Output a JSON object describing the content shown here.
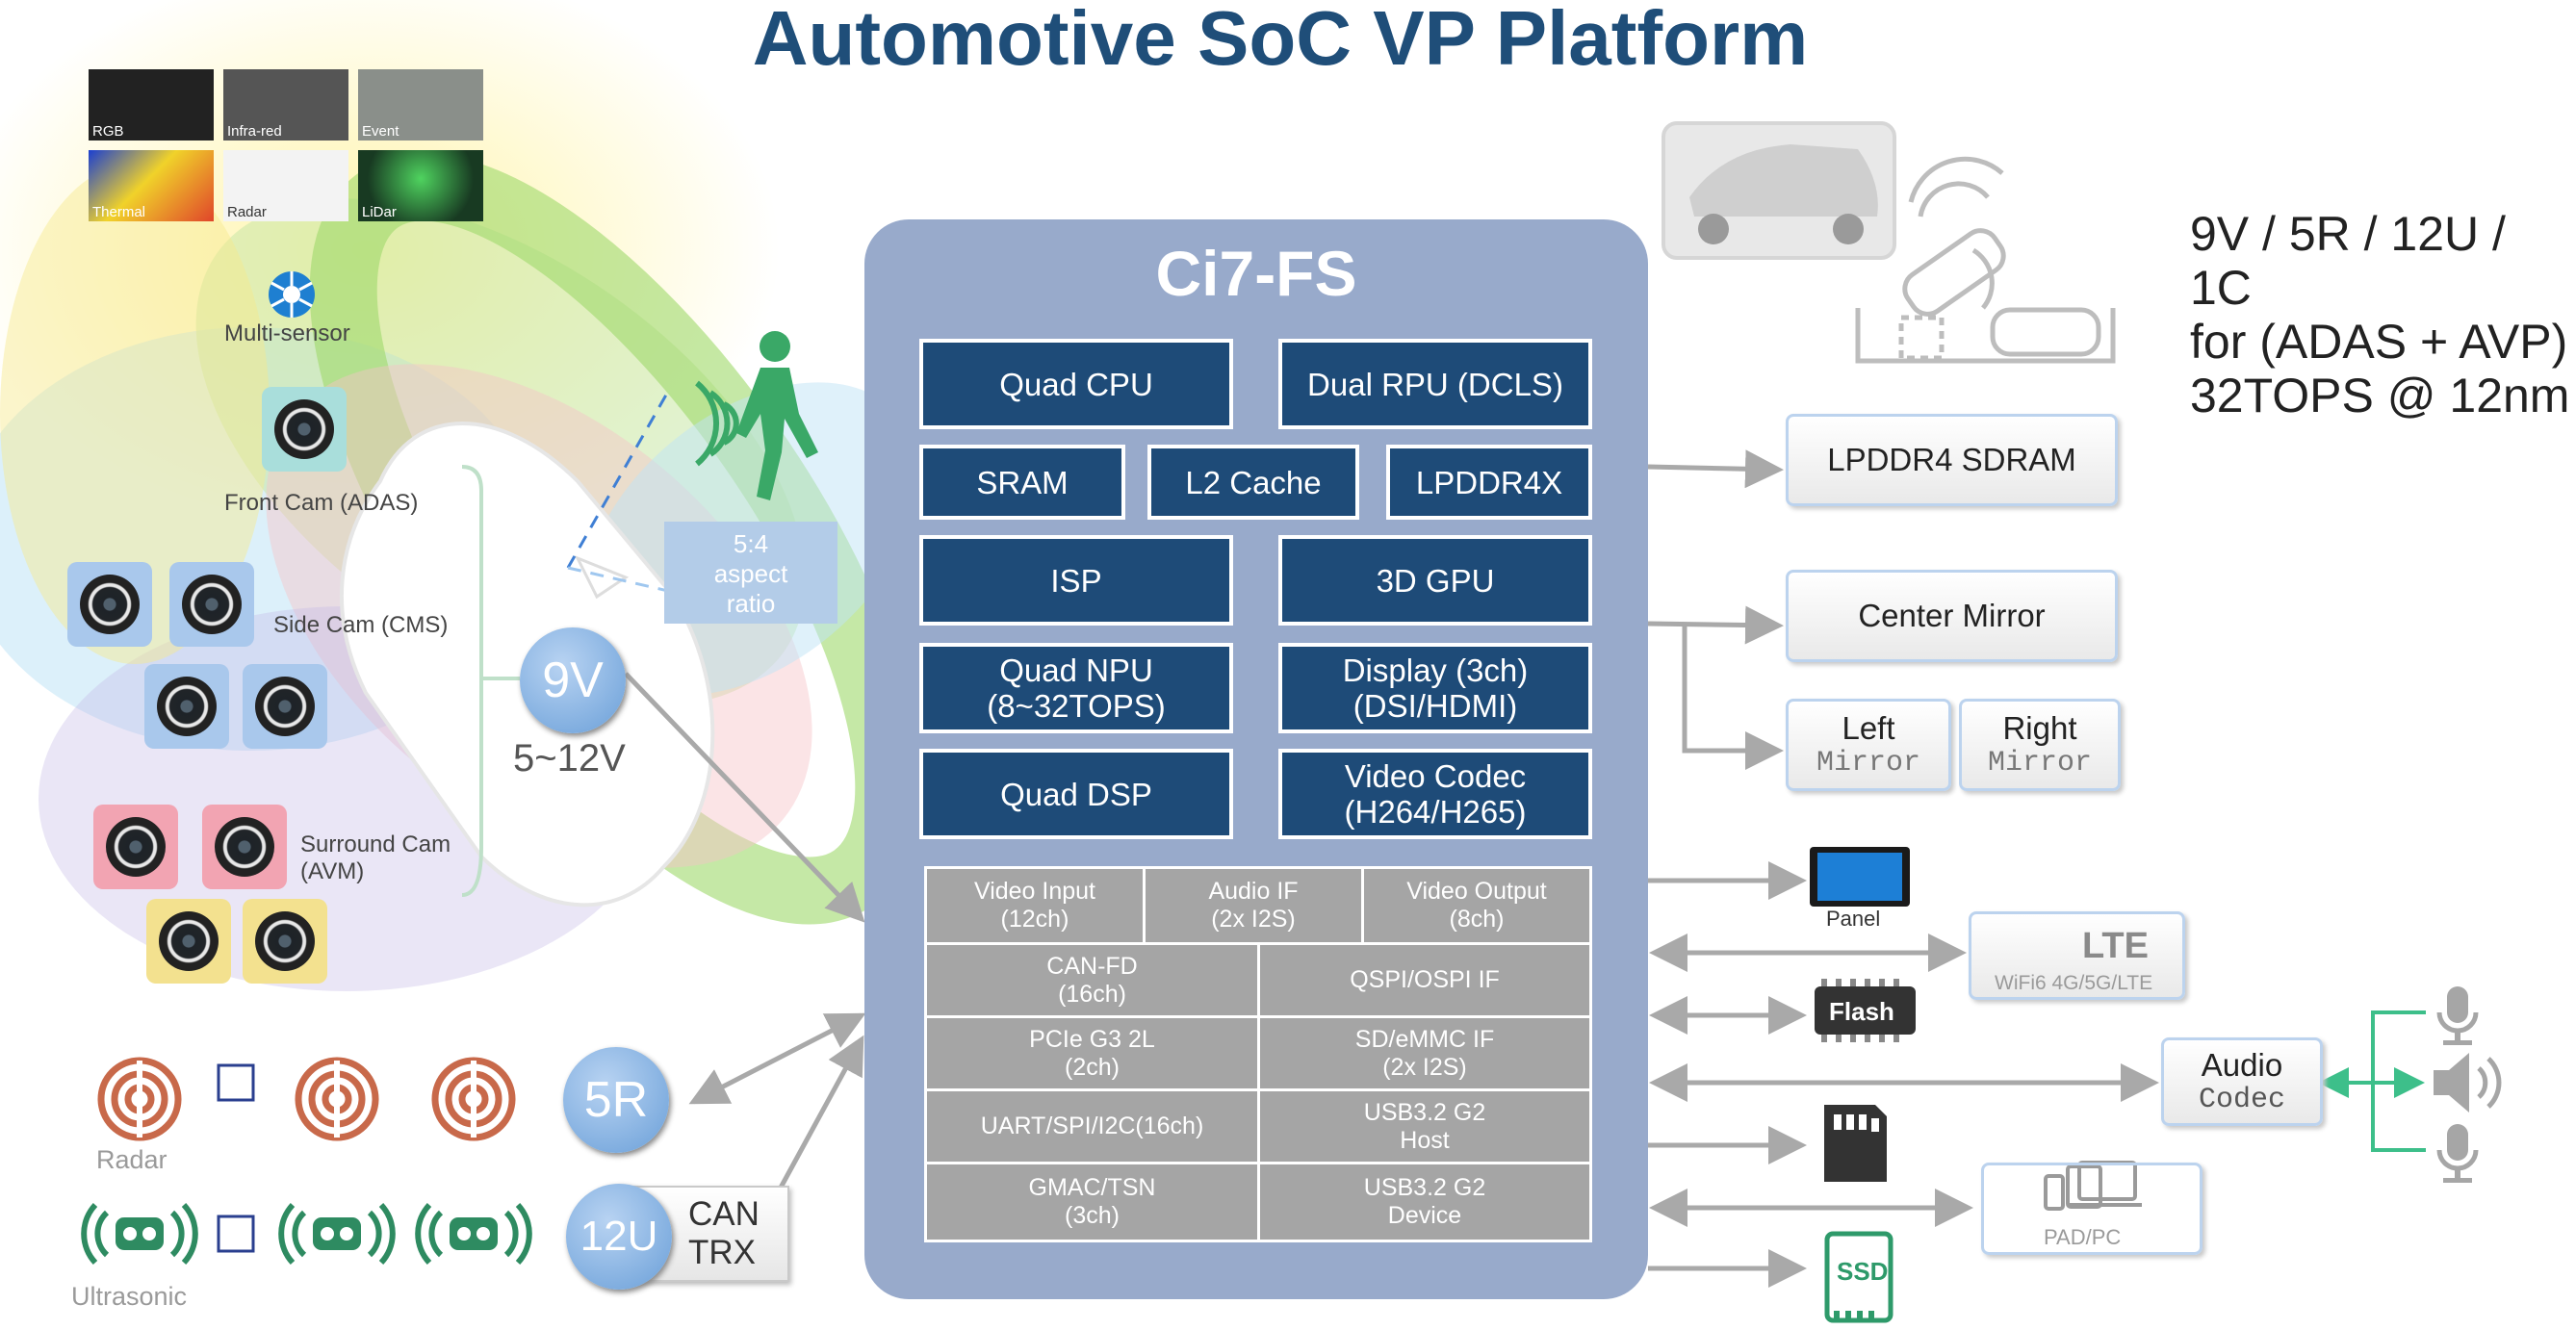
{
  "title": "Automotive SoC VP Platform",
  "spec_lines": [
    "9V / 5R / 12U / 1C",
    "for (ADAS + AVP)",
    "32TOPS @ 12nm"
  ],
  "sensors": {
    "thumbnails": [
      "RGB",
      "Infra-red",
      "Event",
      "Thermal",
      "Radar",
      "LiDar"
    ],
    "multi_sensor_label": "Multi-sensor",
    "front_cam_label": "Front Cam (ADAS)",
    "side_cam_label": "Side Cam (CMS)",
    "surround_cam_label": "Surround Cam\n(AVM)",
    "radar_label": "Radar",
    "ultrasonic_label": "Ultrasonic",
    "aspect_label": "5:4\naspect\nratio"
  },
  "bubbles": {
    "v": "9V",
    "v_range": "5~12V",
    "r": "5R",
    "u": "12U",
    "can_trx": "CAN\nTRX"
  },
  "chip": {
    "name": "Ci7-FS",
    "blocks": [
      "Quad CPU",
      "Dual RPU (DCLS)",
      "SRAM",
      "L2 Cache",
      "LPDDR4X",
      "ISP",
      "3D GPU",
      "Quad NPU\n(8~32TOPS)",
      "Display (3ch)\n(DSI/HDMI)",
      "Quad DSP",
      "Video Codec\n(H264/H265)"
    ],
    "peripherals": [
      "Video Input\n(12ch)",
      "Audio IF\n(2x I2S)",
      "Video Output\n(8ch)",
      "CAN-FD\n(16ch)",
      "QSPI/OSPI IF",
      "PCIe G3 2L\n(2ch)",
      "SD/eMMC  IF\n(2x I2S)",
      "UART/SPI/I2C(16ch)",
      "USB3.2 G2\nHost",
      "GMAC/TSN\n(3ch)",
      "USB3.2 G2\nDevice"
    ]
  },
  "external": {
    "lpddr4": "LPDDR4 SDRAM",
    "center_mirror": "Center Mirror",
    "left_mirror": [
      "Left",
      "Mirror"
    ],
    "right_mirror": [
      "Right",
      "Mirror"
    ],
    "panel": "Panel",
    "lte": "LTE",
    "lte_sub": "WiFi6 4G/5G/LTE",
    "flash": "Flash",
    "audio_codec": [
      "Audio",
      "Codec"
    ],
    "pad_pc": "PAD/PC",
    "ssd": "SSD"
  },
  "colors": {
    "title": "#1f4e79",
    "chip_bg": "#98aacb",
    "block": "#1e4b78",
    "peripheral": "#a5a5a5",
    "bubble": "#6a9fd8",
    "pedestrian": "#3aa867",
    "audio_lines": "#3dbf8a",
    "radar": "#c8694a",
    "ultrasonic": "#2e8b61"
  },
  "icons": [
    "camera-icon",
    "aperture-icon",
    "pedestrian-icon",
    "wifi-icon",
    "microphone-icon",
    "speaker-icon",
    "tablet-icon",
    "sd-card-icon",
    "radar-icon",
    "ultrasonic-icon",
    "parking-car-icon"
  ]
}
